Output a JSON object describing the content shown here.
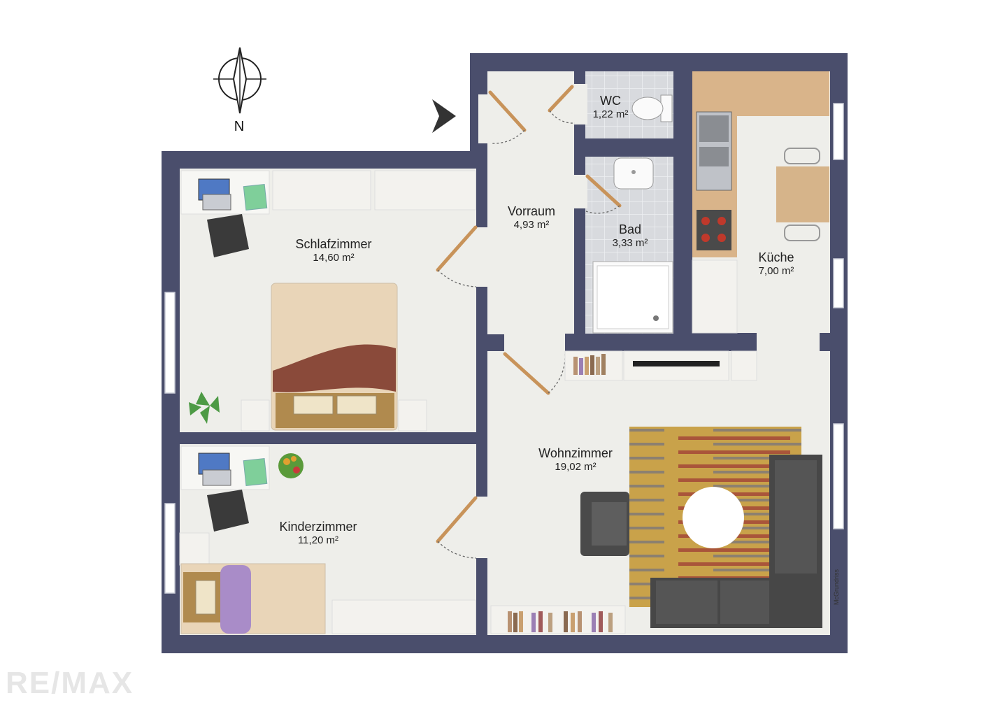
{
  "rooms": [
    {
      "name": "WC",
      "area": "1,22 m²"
    },
    {
      "name": "Vorraum",
      "area": "4,93 m²"
    },
    {
      "name": "Bad",
      "area": "3,33 m²"
    },
    {
      "name": "Schlafzimmer",
      "area": "14,60 m²"
    },
    {
      "name": "Küche",
      "area": "7,00 m²"
    },
    {
      "name": "Wohnzimmer",
      "area": "19,02 m²"
    },
    {
      "name": "Kinderzimmer",
      "area": "11,20 m²"
    }
  ],
  "compass": {
    "label": "N"
  },
  "credit": "McGrundriss",
  "brand": "RE/MAX",
  "colors": {
    "wall": "#4a4e6c",
    "floor": "#eeeeea",
    "tile": "#d7d9dd",
    "counter": "#d9b48a",
    "sofa": "#4a4a4a",
    "rug": "#c9a24a",
    "door": "#c8935a"
  }
}
